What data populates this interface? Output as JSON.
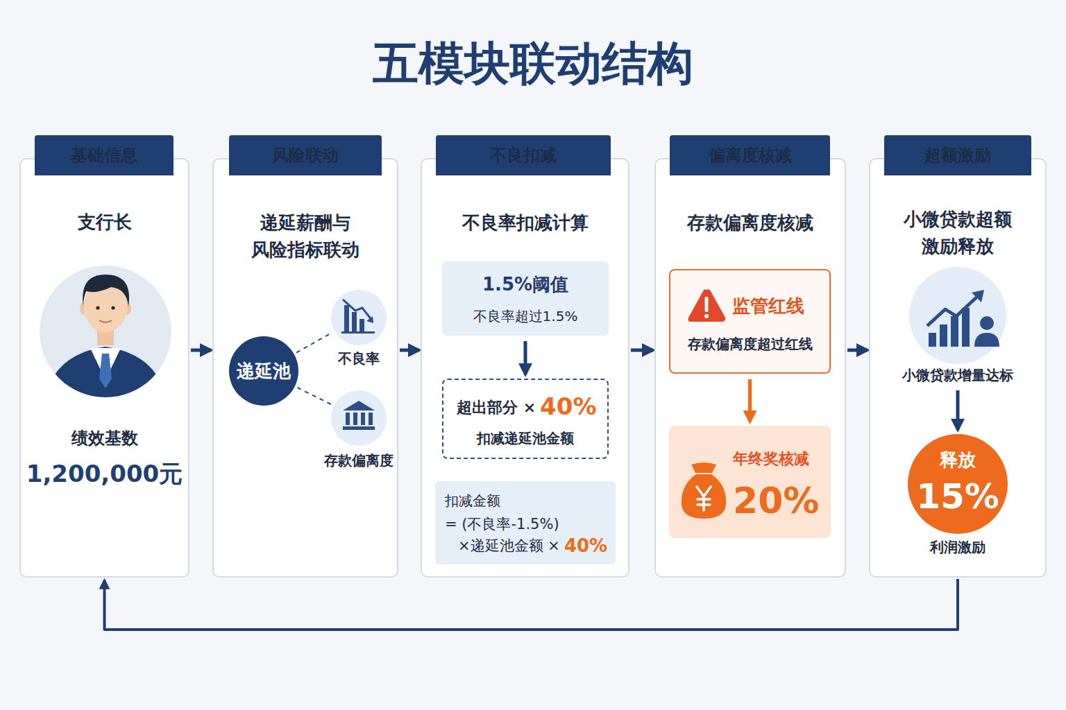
{
  "diagram": {
    "title": "五模块联动结构",
    "nodes": [
      {
        "text": [
          "基础信息",
          "支行长",
          "绩效基数",
          "1,200,000元"
        ]
      },
      {
        "text": [
          "风险联动",
          "递延薪酬与 风险指标联动"
        ]
      },
      {
        "text": [
          "递延池"
        ],
        "in": 1
      },
      {
        "text": [
          "不良率"
        ],
        "in": 1
      },
      {
        "text": [
          "存款偏离度"
        ],
        "in": 1
      },
      {
        "text": [
          "不良扣减",
          "不良率扣减计算"
        ]
      },
      {
        "text": [
          "1.5%阈值",
          "不良率超过1.5%"
        ],
        "in": 5
      },
      {
        "text": [
          "超出部分 ×",
          "40%",
          "扣减递延池金额"
        ],
        "in": 5
      },
      {
        "text": [
          "扣减金额",
          "= (不良率-1.5%)",
          "×递延池金额 ×",
          "40%"
        ],
        "in": 5
      },
      {
        "text": [
          "偏离度核减",
          "存款偏离度核减"
        ]
      },
      {
        "text": [
          "监管红线",
          "存款偏离度超过红线"
        ],
        "in": 9
      },
      {
        "text": [
          "年终奖核减",
          "20%"
        ],
        "in": 9
      },
      {
        "text": [
          "超额激励",
          "小微贷款超额 激励释放"
        ]
      },
      {
        "text": [
          "小微贷款增量达标"
        ],
        "in": 12
      },
      {
        "text": [
          "释放",
          "15%",
          "利润激励"
        ],
        "in": 12
      }
    ],
    "edges": [
      {
        "from": 0,
        "to": 1,
        "arrow": "to"
      },
      {
        "from": 1,
        "to": 5,
        "arrow": "to"
      },
      {
        "from": 5,
        "to": 9,
        "arrow": "to"
      },
      {
        "from": 9,
        "to": 12,
        "arrow": "to"
      },
      {
        "from": 12,
        "to": 0,
        "arrow": "to"
      },
      {
        "from": 2,
        "to": 3,
        "arrow": "none"
      },
      {
        "from": 2,
        "to": 4,
        "arrow": "none"
      },
      {
        "from": 6,
        "to": 7,
        "arrow": "to"
      },
      {
        "from": 10,
        "to": 11,
        "arrow": "to"
      },
      {
        "from": 13,
        "to": 14,
        "arrow": "to"
      }
    ]
  }
}
